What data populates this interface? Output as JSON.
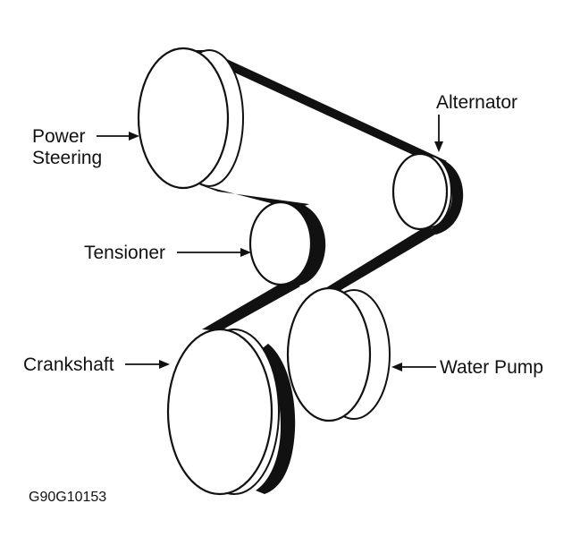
{
  "labels": {
    "power_steering_line1": "Power",
    "power_steering_line2": "Steering",
    "alternator": "Alternator",
    "tensioner": "Tensioner",
    "crankshaft": "Crankshaft",
    "water_pump": "Water Pump"
  },
  "figure_code": "G90G10153",
  "colors": {
    "ink": "#111111",
    "paper": "#ffffff"
  }
}
